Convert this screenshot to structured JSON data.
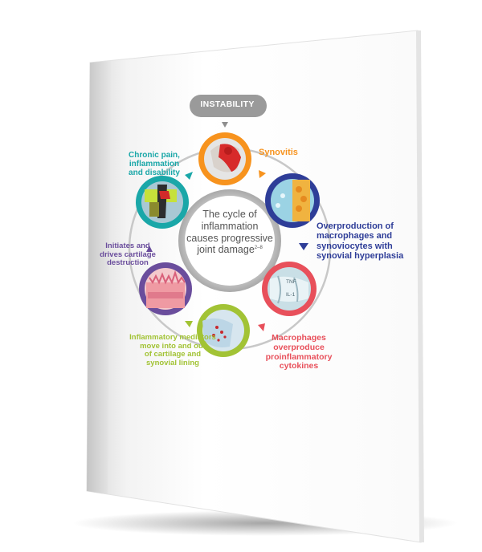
{
  "pill": {
    "label": "INSTABILITY"
  },
  "center": {
    "line1": "The cycle of",
    "line2": "inflammation",
    "line3": "causes progressive",
    "line4": "joint damage",
    "refs": "2–8"
  },
  "stages": {
    "synovitis": {
      "label": "Synovitis",
      "color": "#f7931e"
    },
    "overproduction": {
      "line1": "Overproduction of",
      "line2": "macrophages and",
      "line3": "synoviocytes with",
      "line4": "synovial hyperplasia",
      "color": "#2e3d98"
    },
    "macrophages": {
      "line1": "Macrophages",
      "line2": "overproduce",
      "line3": "proinflammatory",
      "line4": "cytokines",
      "color": "#e8505b"
    },
    "mediators": {
      "line1": "Inflammatory mediators",
      "line2": "move into and out",
      "line3": "of cartilage and",
      "line4": "synovial lining",
      "color": "#a2c335"
    },
    "cartilage": {
      "line1": "Initiates and",
      "line2": "drives cartilage",
      "line3": "destruction",
      "color": "#6a4d9c"
    },
    "pain": {
      "line1": "Chronic pain,",
      "line2": "inflammation",
      "line3": "and disability",
      "color": "#1aa7a8"
    }
  },
  "cytokines": {
    "tnf": "TNF",
    "il1": "IL-1"
  }
}
